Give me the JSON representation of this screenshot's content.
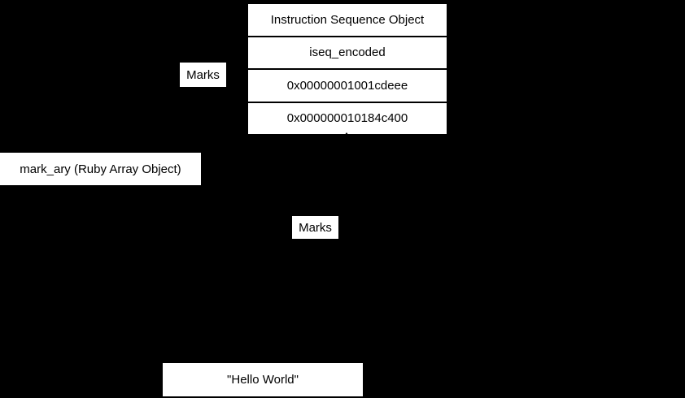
{
  "canvas": {
    "background_color": "#000000",
    "box_fill_color": "#ffffff",
    "text_color": "#000000",
    "border_color": "#000000"
  },
  "iseq_box": {
    "rows": [
      "Instruction Sequence Object",
      "iseq_encoded",
      "0x00000001001cdeee",
      "0x000000010184c400"
    ]
  },
  "labels": {
    "marks_left": "Marks",
    "marks_middle": "Marks",
    "mark_ary": "mark_ary (Ruby Array Object)",
    "hello_world": "\"Hello World\""
  }
}
